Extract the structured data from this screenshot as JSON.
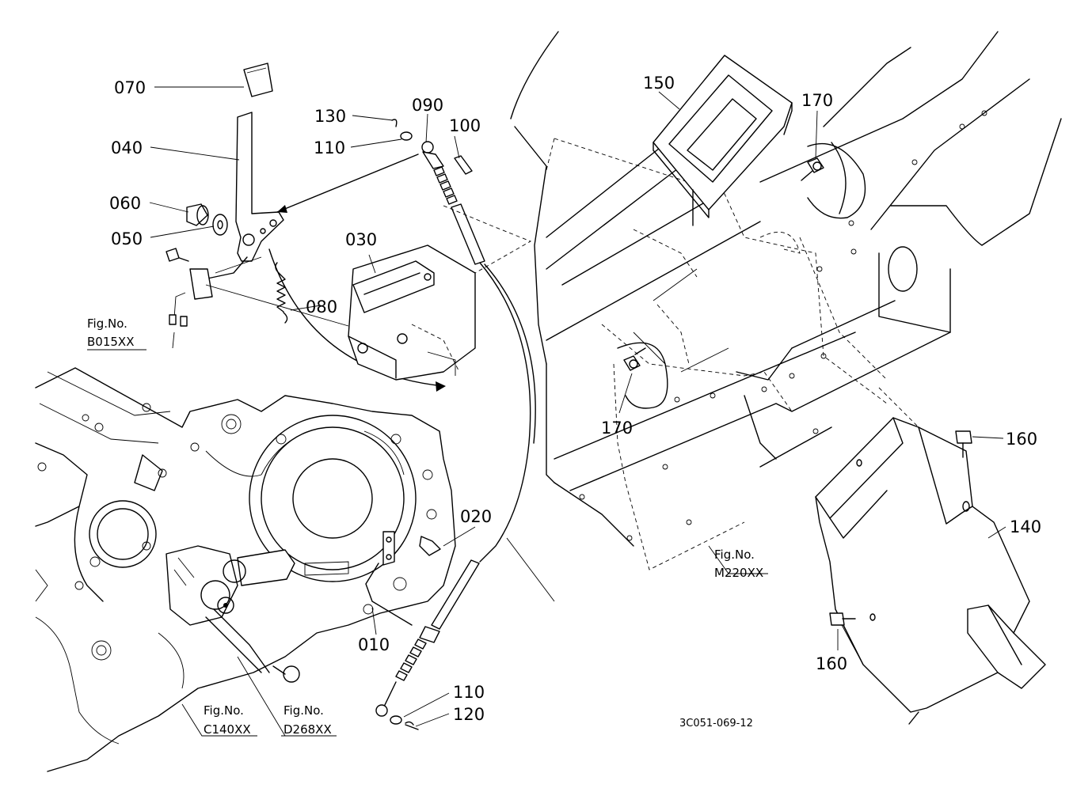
{
  "parts": [
    {
      "id": "p070",
      "label": "070"
    },
    {
      "id": "p040",
      "label": "040"
    },
    {
      "id": "p060",
      "label": "060"
    },
    {
      "id": "p050",
      "label": "050"
    },
    {
      "id": "p130",
      "label": "130"
    },
    {
      "id": "p110a",
      "label": "110"
    },
    {
      "id": "p090",
      "label": "090"
    },
    {
      "id": "p100",
      "label": "100"
    },
    {
      "id": "p030",
      "label": "030"
    },
    {
      "id": "p080",
      "label": "080"
    },
    {
      "id": "p150",
      "label": "150"
    },
    {
      "id": "p170a",
      "label": "170"
    },
    {
      "id": "p170b",
      "label": "170"
    },
    {
      "id": "p160a",
      "label": "160"
    },
    {
      "id": "p140",
      "label": "140"
    },
    {
      "id": "p160b",
      "label": "160"
    },
    {
      "id": "p020",
      "label": "020"
    },
    {
      "id": "p010",
      "label": "010"
    },
    {
      "id": "p110b",
      "label": "110"
    },
    {
      "id": "p120",
      "label": "120"
    }
  ],
  "figure_refs": [
    {
      "id": "b015",
      "line1": "Fig.No.",
      "line2": "B015XX"
    },
    {
      "id": "m220",
      "line1": "Fig.No.",
      "line2": "M220XX"
    },
    {
      "id": "c140",
      "line1": "Fig.No.",
      "line2": "C140XX"
    },
    {
      "id": "d268",
      "line1": "Fig.No.",
      "line2": "D268XX"
    }
  ],
  "drawing_code": "3C051-069-12"
}
